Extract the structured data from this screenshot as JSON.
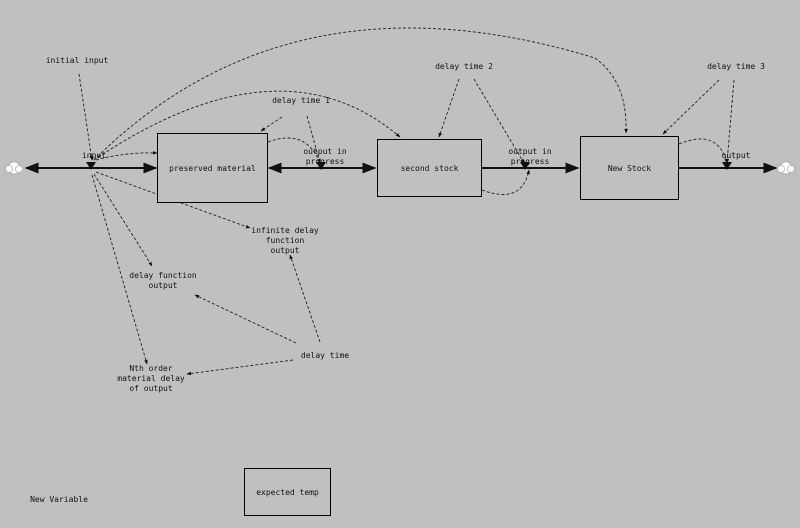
{
  "stocks": {
    "preserved": "preserved material",
    "second": "second stock",
    "new_stock": "New Stock",
    "expected": "expected temp"
  },
  "flows": {
    "input": "input",
    "output_in_progress_1": [
      "output in",
      "progress"
    ],
    "output_in_progress_2": [
      "output in",
      "progress"
    ],
    "output": "output"
  },
  "variables": {
    "initial_input": "initial input",
    "delay_time_1": "delay time 1",
    "delay_time_2": "delay time 2",
    "delay_time_3": "delay time 3",
    "delay_time": "delay time",
    "infinite_delay": [
      "infinite delay",
      "function",
      "output"
    ],
    "delay_function": [
      "delay function",
      "output"
    ],
    "nth_order": [
      "Nth order",
      "material delay",
      "of output"
    ],
    "new_variable": "New Variable"
  }
}
